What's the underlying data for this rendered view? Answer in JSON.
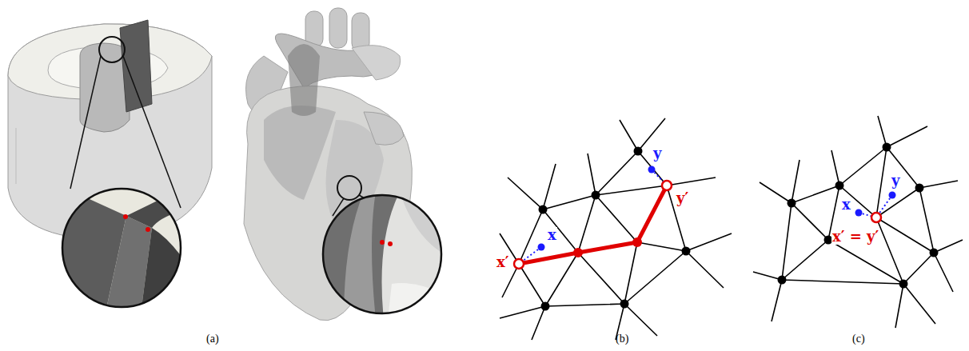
{
  "diagram": {
    "labels": [
      "(a)",
      "x",
      "x′",
      "y",
      "y′",
      "(b)",
      "x",
      "y",
      "x′ = y′",
      "(c)"
    ]
  }
}
